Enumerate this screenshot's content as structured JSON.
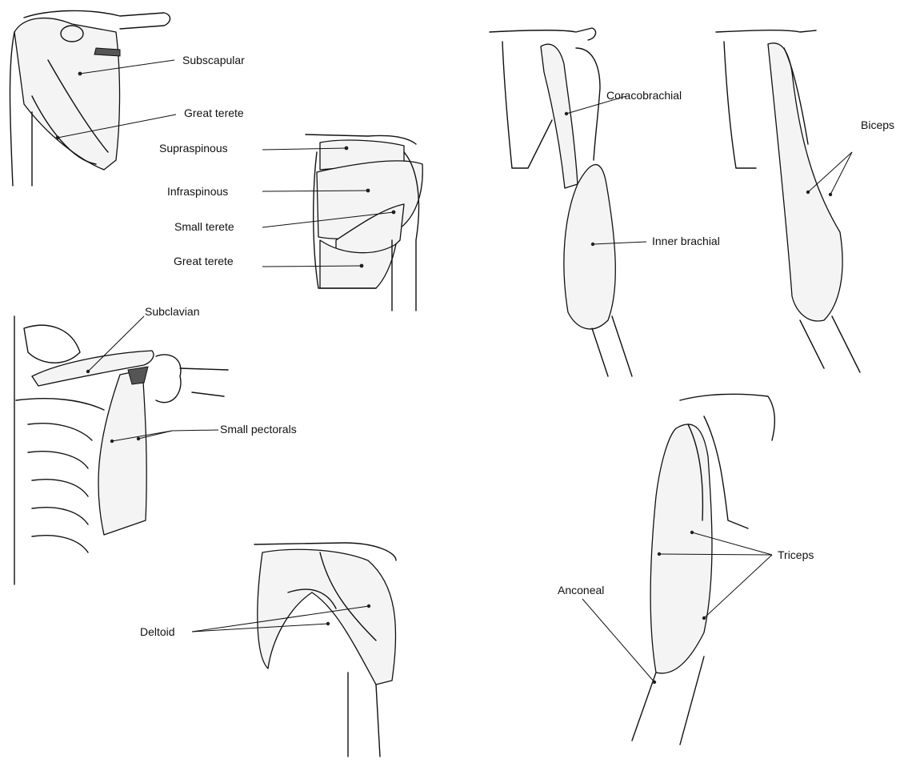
{
  "labels": {
    "subscapular": "Subscapular",
    "great_terete_front": "Great terete",
    "supraspinous": "Supraspinous",
    "infraspinous": "Infraspinous",
    "small_terete": "Small terete",
    "great_terete_back": "Great terete",
    "subclavian": "Subclavian",
    "small_pectorals": "Small pectorals",
    "deltoid": "Deltoid",
    "coracobrachial": "Coracobrachial",
    "inner_brachial": "Inner brachial",
    "biceps": "Biceps",
    "triceps": "Triceps",
    "anconeal": "Anconeal"
  },
  "colors": {
    "ink": "#111111",
    "paper": "#ffffff"
  }
}
